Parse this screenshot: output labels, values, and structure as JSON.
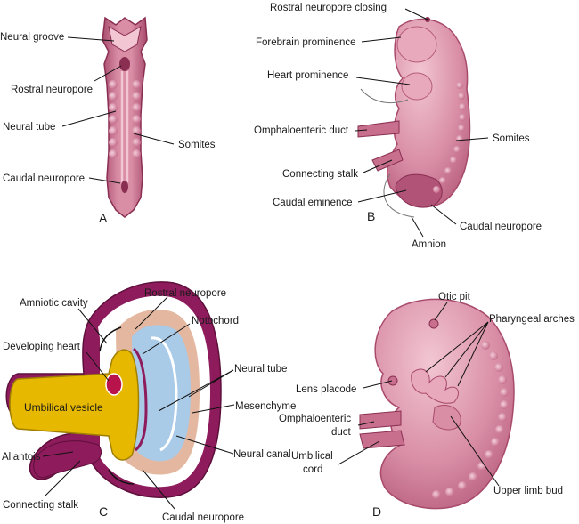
{
  "panels": {
    "a": {
      "letter": "A",
      "labels": {
        "neural_groove": "Neural groove",
        "rostral_neuropore": "Rostral neuropore",
        "neural_tube": "Neural tube",
        "somites": "Somites",
        "caudal_neuropore": "Caudal neuropore"
      }
    },
    "b": {
      "letter": "B",
      "labels": {
        "rostral_neuropore_closing": "Rostral neuropore closing",
        "forebrain_prominence": "Forebrain prominence",
        "heart_prominence": "Heart prominence",
        "omphaloenteric_duct": "Omphaloenteric duct",
        "somites": "Somites",
        "connecting_stalk": "Connecting stalk",
        "caudal_eminence": "Caudal eminence",
        "caudal_neuropore": "Caudal neuropore",
        "amnion": "Amnion"
      }
    },
    "c": {
      "letter": "C",
      "labels": {
        "amniotic_cavity": "Amniotic cavity",
        "rostral_neuropore": "Rostral neuropore",
        "notochord": "Notochord",
        "developing_heart": "Developing heart",
        "neural_tube": "Neural tube",
        "umbilical_vesicle": "Umbilical vesicle",
        "mesenchyme": "Mesenchyme",
        "neural_canal": "Neural canal",
        "allantois": "Allantois",
        "connecting_stalk": "Connecting stalk",
        "caudal_neuropore": "Caudal neuropore"
      }
    },
    "d": {
      "letter": "D",
      "labels": {
        "otic_pit": "Otic pit",
        "pharyngeal_arches": "Pharyngeal arches",
        "lens_placode": "Lens placode",
        "omphaloenteric_duct_1": "Omphaloenteric",
        "omphaloenteric_duct_2": "duct",
        "umbilical_cord_1": "Umbilical",
        "umbilical_cord_2": "cord",
        "upper_limb_bud": "Upper limb bud"
      }
    }
  },
  "colors": {
    "embryo_pink": "#d98ea6",
    "embryo_shadow": "#a84a6c",
    "embryo_dark": "#8a2f52",
    "embryo_light": "#f2c6d3",
    "yolk_yellow": "#e6b800",
    "amnion_purple": "#8e1c5c",
    "neural_blue": "#a9cbe8",
    "mesenchyme_tan": "#e4b8a0",
    "heart_red": "#b8134a"
  }
}
